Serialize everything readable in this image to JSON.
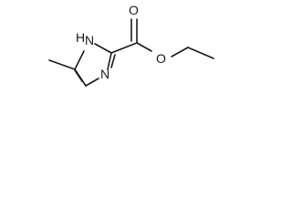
{
  "molecule": {
    "atoms": {
      "nh_label": "H",
      "n_ring_nh": "N",
      "n_ring": "N",
      "o_carbonyl": "O",
      "o_ester": "O"
    }
  }
}
